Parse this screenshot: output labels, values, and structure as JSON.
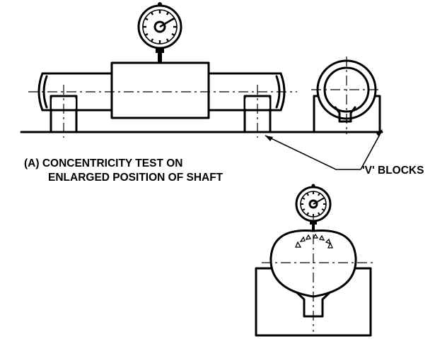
{
  "caption": {
    "line1": "(A) CONCENTRICITY TEST ON",
    "line2": "ENLARGED POSITION OF SHAFT"
  },
  "callout": {
    "v_blocks": "'V' BLOCKS"
  },
  "colors": {
    "ink": "#000000",
    "paper": "#ffffff"
  }
}
